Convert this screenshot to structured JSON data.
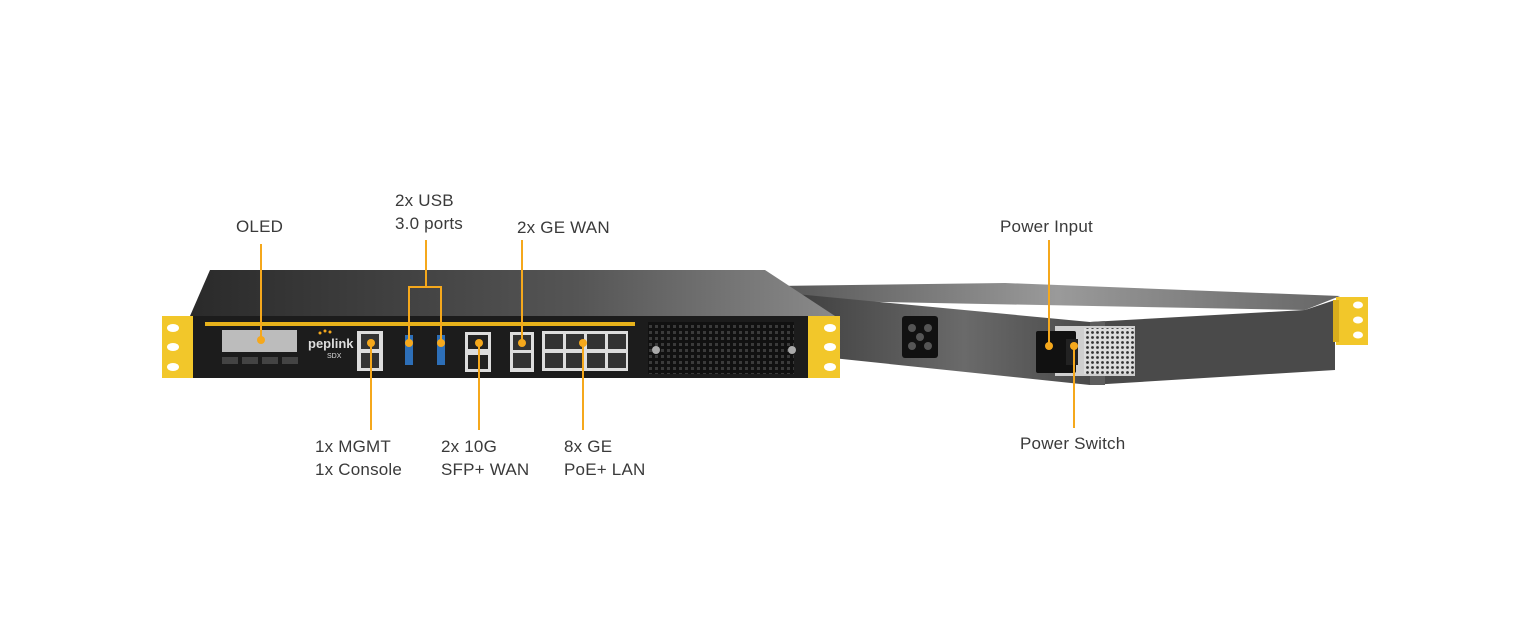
{
  "colors": {
    "accent": "#f5a81c",
    "text": "#3a3a3a",
    "chassis": "#2b2b2b",
    "ear": "#f2c72a"
  },
  "device": {
    "brand": "peplink",
    "model": "SDX"
  },
  "callouts": {
    "oled": "OLED",
    "usb_line1": "2x USB",
    "usb_line2": "3.0 ports",
    "ge_wan": "2x GE WAN",
    "mgmt_line1": "1x MGMT",
    "mgmt_line2": "1x Console",
    "sfp_line1": "2x 10G",
    "sfp_line2": "SFP+ WAN",
    "lan_line1": "8x GE",
    "lan_line2": "PoE+ LAN",
    "power_input": "Power Input",
    "power_switch": "Power Switch"
  }
}
